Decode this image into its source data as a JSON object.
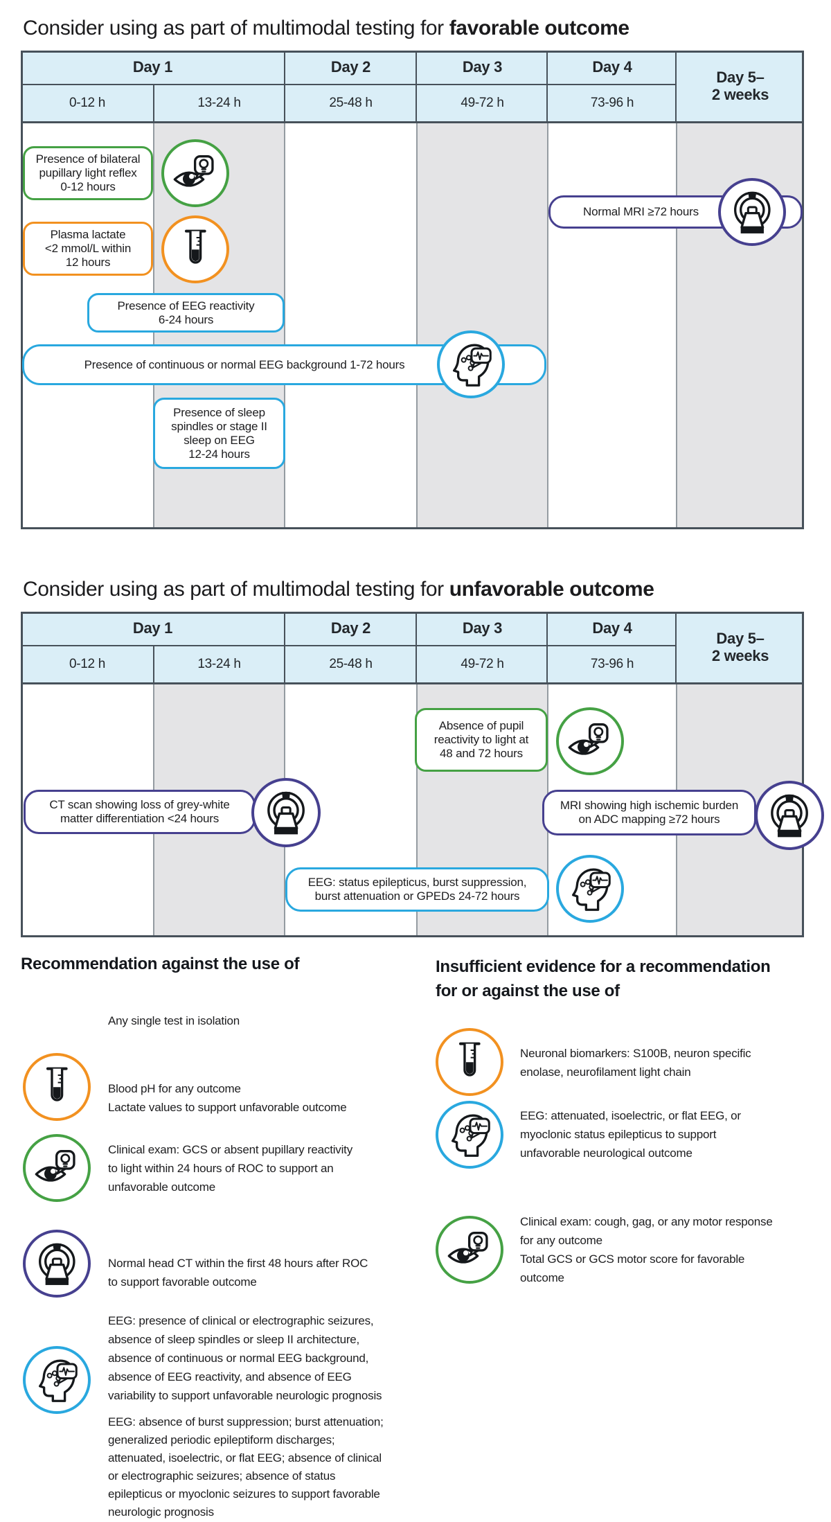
{
  "timeline_header": {
    "days": [
      "Day 1",
      "Day 2",
      "Day 3",
      "Day 4"
    ],
    "day5_lines": [
      "Day 5–",
      "2 weeks"
    ],
    "hours": [
      "0-12 h",
      "13-24 h",
      "25-48 h",
      "49-72 h",
      "73-96 h"
    ]
  },
  "favorable": {
    "title_normal": "Consider using as part of multimodal testing for ",
    "title_bold": "favorable outcome",
    "boxes": {
      "pupillary": {
        "label_lines": [
          "Presence of bilateral",
          "pupillary light reflex",
          "0-12 hours"
        ],
        "icon": "eye-lightbulb-icon",
        "accent": "green"
      },
      "lactate": {
        "label_lines": [
          "Plasma lactate",
          "<2 mmol/L within",
          "12 hours"
        ],
        "icon": "test-tube-icon",
        "accent": "orange"
      },
      "eeg_reactivity": {
        "label_lines": [
          "Presence of EEG reactivity",
          "6-24 hours"
        ],
        "accent": "blue"
      },
      "eeg_background": {
        "label_lines": [
          "Presence of continuous or normal EEG background 1-72 hours"
        ],
        "icon": "eeg-head-icon",
        "accent": "blue"
      },
      "sleep_spindles": {
        "label_lines": [
          "Presence of sleep",
          "spindles or stage II",
          "sleep on EEG",
          "12-24 hours"
        ],
        "accent": "blue"
      },
      "normal_mri": {
        "label_lines": [
          "Normal MRI ≥72 hours"
        ],
        "icon": "ct-mri-scanner-icon",
        "accent": "purple"
      }
    }
  },
  "unfavorable": {
    "title_normal": "Consider using as part of multimodal testing for ",
    "title_bold": "unfavorable outcome",
    "boxes": {
      "pupil_absence": {
        "label_lines": [
          "Absence of pupil",
          "reactivity to light at",
          "48 and 72 hours"
        ],
        "icon": "eye-lightbulb-icon",
        "accent": "green"
      },
      "ct_scan": {
        "label_lines": [
          "CT scan showing loss of grey-white",
          "matter differentiation <24 hours"
        ],
        "icon": "ct-mri-scanner-icon",
        "accent": "purple"
      },
      "mri_adc": {
        "label_lines": [
          "MRI showing high ischemic burden",
          "on ADC mapping ≥72 hours"
        ],
        "icon": "ct-mri-scanner-icon",
        "accent": "purple"
      },
      "eeg_patterns": {
        "label_lines": [
          "EEG: status epilepticus, burst suppression,",
          "burst attenuation or GPEDs 24-72 hours"
        ],
        "icon": "eeg-head-icon",
        "accent": "blue"
      }
    }
  },
  "against": {
    "heading": "Recommendation against the use of",
    "items": {
      "single_test": {
        "lines": [
          "Any single test in isolation"
        ]
      },
      "blood_ph": {
        "lines": [
          "Blood pH for any outcome",
          "Lactate values to support unfavorable outcome"
        ],
        "icon": "test-tube-icon",
        "accent": "orange"
      },
      "clinical_exam": {
        "lines": [
          "Clinical exam: GCS or absent pupillary reactivity",
          "to light within 24 hours of ROC to support an",
          "unfavorable outcome"
        ],
        "icon": "eye-lightbulb-icon",
        "accent": "green"
      },
      "head_ct": {
        "lines": [
          "Normal head CT within the first 48 hours after ROC",
          "to support favorable outcome"
        ],
        "icon": "ct-mri-scanner-icon",
        "accent": "purple"
      },
      "eeg_unfavorable": {
        "lines": [
          "EEG: presence of clinical or electrographic seizures,",
          "absence of sleep spindles or sleep II architecture,",
          "absence of continuous or normal EEG background,",
          "absence of EEG reactivity, and absence of EEG",
          "variability to support unfavorable neurologic prognosis"
        ],
        "icon": "eeg-head-icon",
        "accent": "blue"
      },
      "eeg_favorable": {
        "lines": [
          "EEG: absence of burst suppression; burst attenuation;",
          "generalized periodic epileptiform discharges;",
          "attenuated, isoelectric, or flat EEG; absence of clinical",
          "or electrographic seizures; absence of status",
          "epilepticus or myoclonic seizures to support favorable",
          "neurologic prognosis"
        ]
      }
    }
  },
  "insufficient": {
    "heading_lines": [
      "Insufficient evidence for a recommendation",
      "for or against the use of"
    ],
    "items": {
      "biomarkers": {
        "lines": [
          "Neuronal biomarkers: S100B, neuron specific",
          "enolase, neurofilament light chain"
        ],
        "icon": "test-tube-icon",
        "accent": "orange"
      },
      "eeg": {
        "lines": [
          "EEG: attenuated, isoelectric, or flat EEG, or",
          "myoclonic status epilepticus to support",
          "unfavorable neurological outcome"
        ],
        "icon": "eeg-head-icon",
        "accent": "blue"
      },
      "clinical": {
        "lines": [
          "Clinical exam: cough, gag, or any motor response",
          "for any outcome",
          "Total GCS or GCS motor score for favorable",
          "outcome"
        ],
        "icon": "eye-lightbulb-icon",
        "accent": "green"
      }
    }
  },
  "colors": {
    "green": "#45a144",
    "orange": "#f29120",
    "blue": "#29a8df",
    "purple": "#46408f",
    "header_fill": "#daeef7",
    "shaded_col": "#e4e4e6",
    "border_dark": "#47515a",
    "line_gray": "#949ba1"
  }
}
